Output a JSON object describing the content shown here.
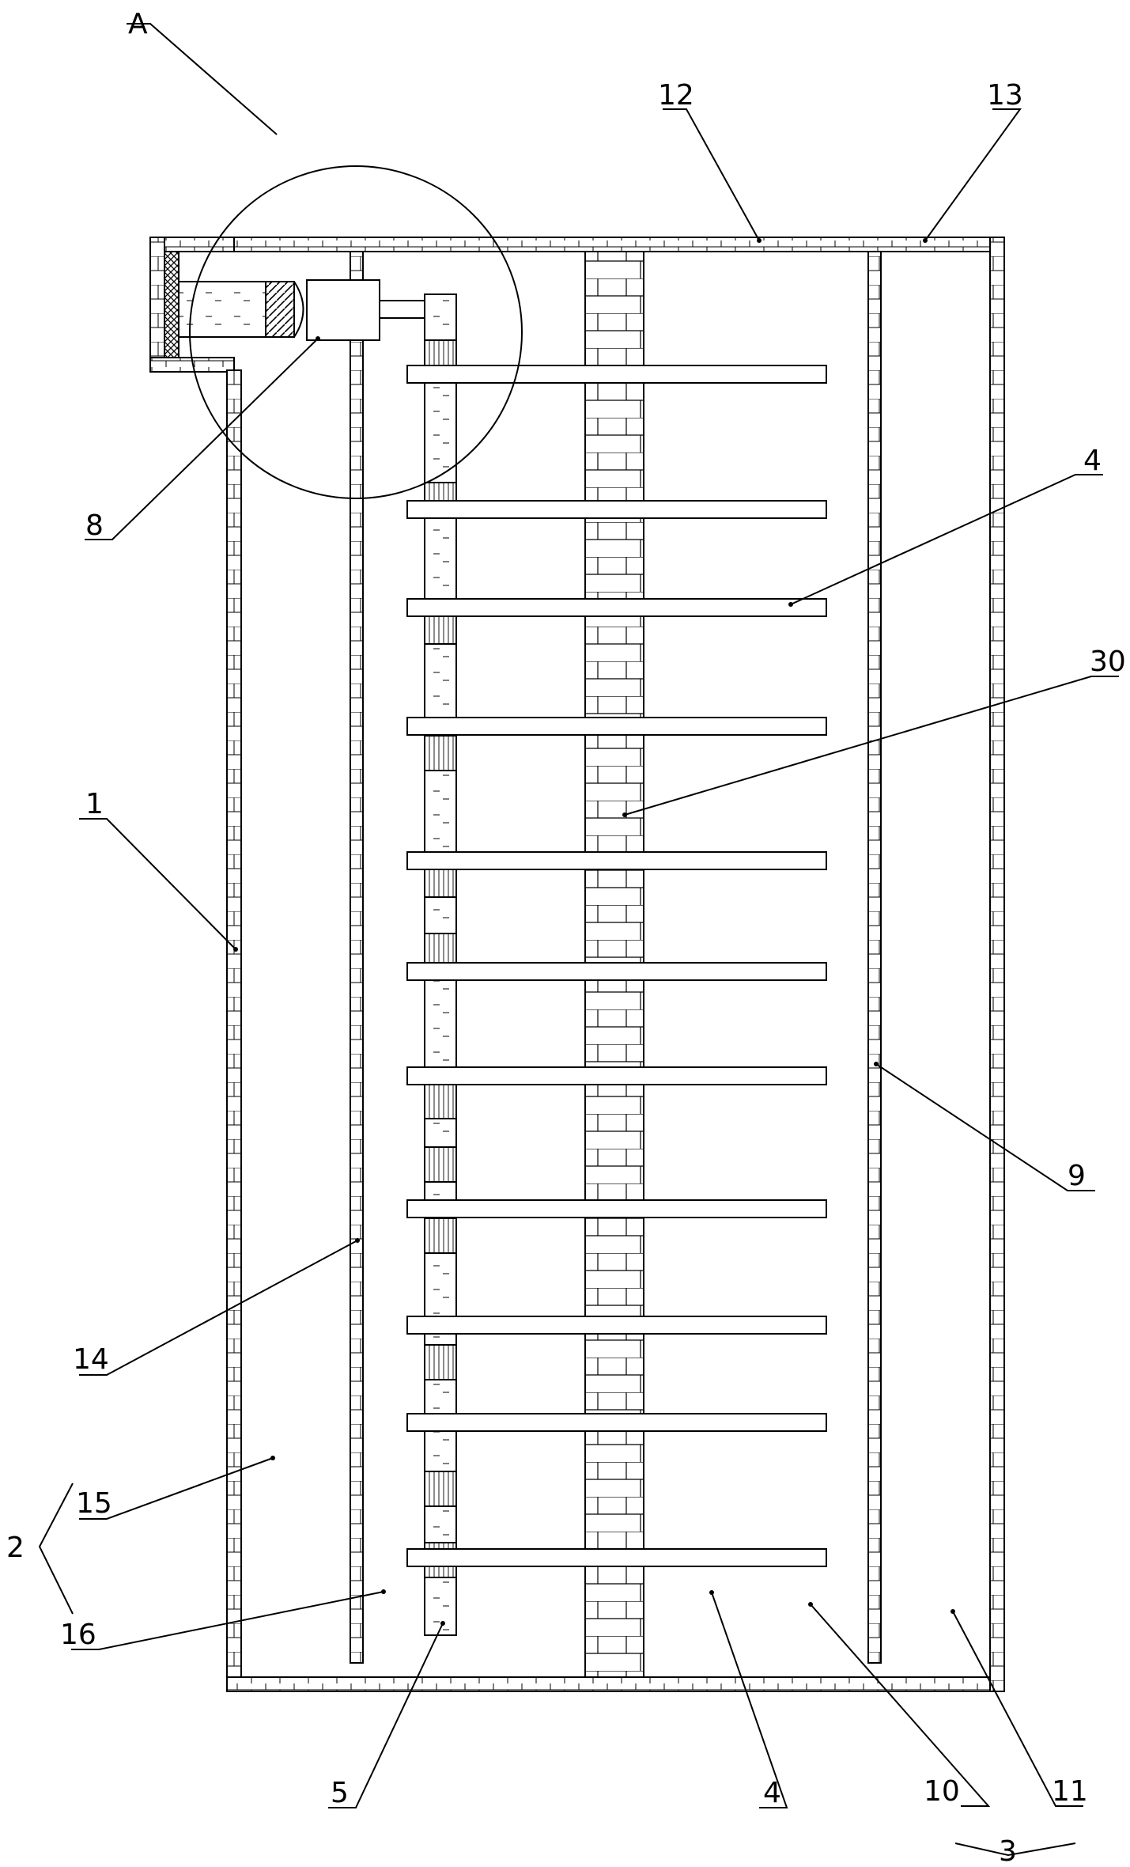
{
  "labels": {
    "A": "A",
    "l1": "1",
    "l2": "2",
    "l3": "3",
    "l4_upper": "4",
    "l4_lower": "4",
    "l5": "5",
    "l8": "8",
    "l9": "9",
    "l10": "10",
    "l11": "11",
    "l12": "12",
    "l13": "13",
    "l14": "14",
    "l15": "15",
    "l16": "16",
    "l30": "30"
  }
}
